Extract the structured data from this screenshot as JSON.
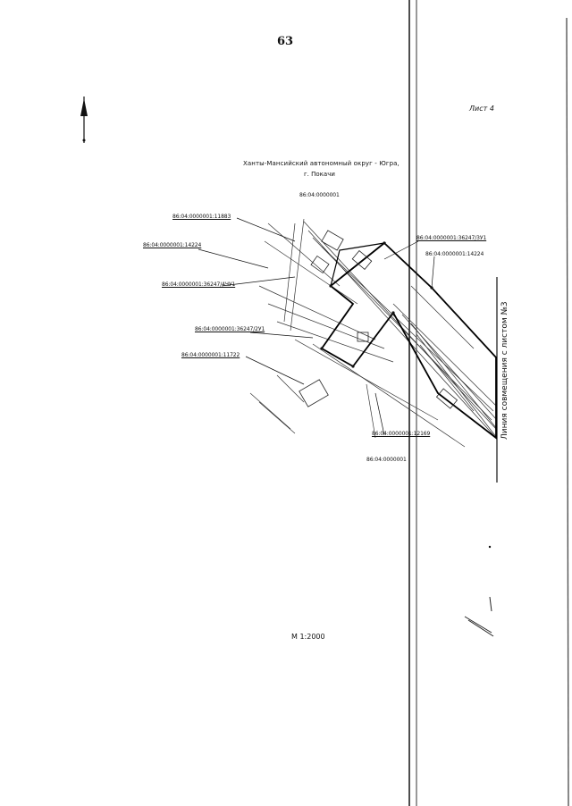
{
  "header": {
    "page_number": "63",
    "sheet_label": "Лист 4"
  },
  "map": {
    "region": "Ханты-Мансийский автономный округ - Югра,",
    "city": "г. Покачи",
    "scale": "М 1:2000",
    "match_line": "Линия совмещения с листом №3",
    "north_arrow_icon": "north-arrow-icon",
    "cadastral_labels": [
      "86:04:0000001",
      "86:04:0000001:11883",
      "86:04:0000001:14224",
      "86:04:0000001:36247/4ЧУ1",
      "86:04:0000001:36247/2У1",
      "86:04:0000001:11722",
      "86:04:0000001:36247/3У1",
      "86:04:0000001:14224",
      "86:04:0000001:12169",
      "86:04:0000001"
    ]
  }
}
